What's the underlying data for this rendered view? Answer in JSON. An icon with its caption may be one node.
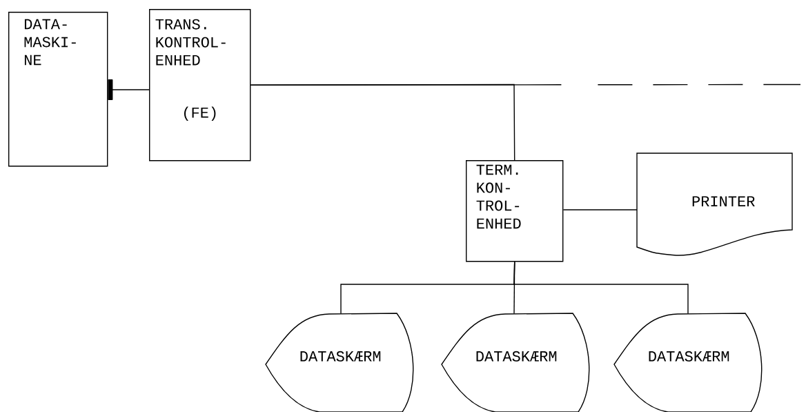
{
  "diagram": {
    "nodes": [
      {
        "text": [
          "DATA- MASKI- NE"
        ]
      },
      {
        "text": [
          "TRANS. KONTROL- ENHED",
          "(FE)"
        ]
      },
      {
        "text": [
          "TERM. KON- TROL- ENHED"
        ]
      },
      {
        "text": [
          "PRINTER"
        ]
      },
      {
        "text": [
          "DATASKÆRM"
        ]
      },
      {
        "text": [
          "DATASKÆRM"
        ]
      },
      {
        "text": [
          "DATASKÆRM"
        ]
      }
    ],
    "edges": [
      {
        "from": 0,
        "to": 1,
        "arrow": "other"
      },
      {
        "from": 1,
        "to": null,
        "arrow": "none",
        "style": "dashed"
      },
      {
        "from": 1,
        "to": 2,
        "arrow": "none"
      },
      {
        "from": 2,
        "to": 3,
        "arrow": "none"
      },
      {
        "from": 2,
        "to": 4,
        "arrow": "none"
      },
      {
        "from": 2,
        "to": 5,
        "arrow": "none"
      },
      {
        "from": 2,
        "to": 6,
        "arrow": "none"
      }
    ]
  }
}
